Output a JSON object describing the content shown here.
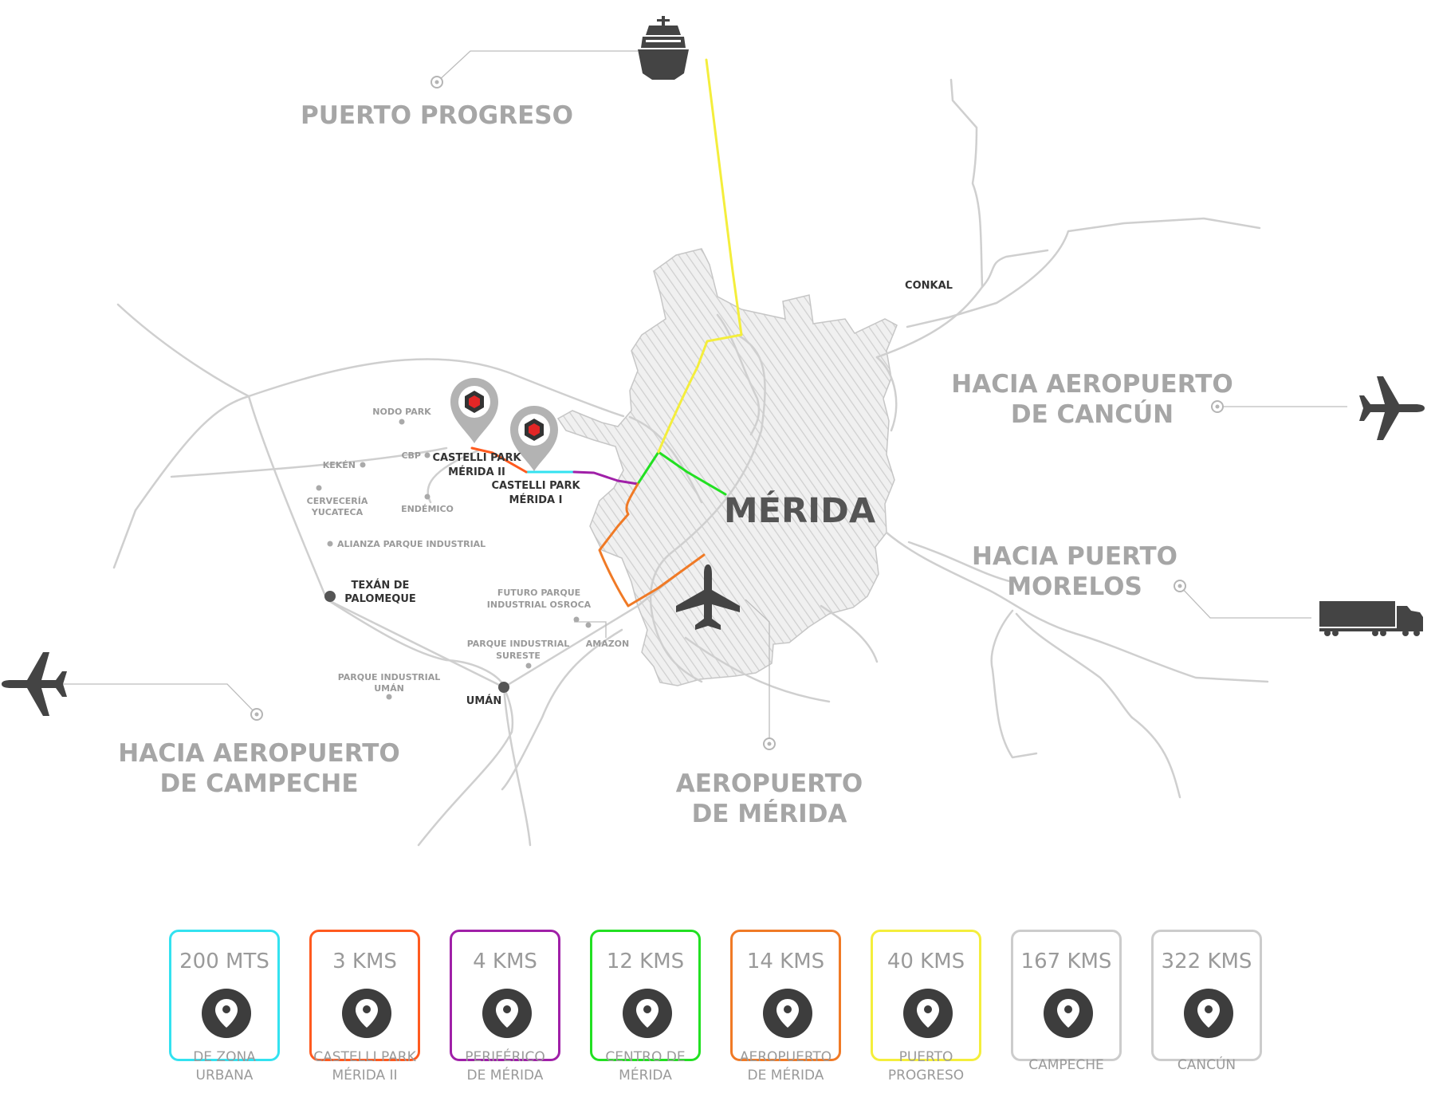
{
  "map": {
    "city": "MÉRIDA",
    "destinations": {
      "puerto_progreso": "PUERTO PROGRESO",
      "cancun": [
        "HACIA AEROPUERTO",
        "DE CANCÚN"
      ],
      "morelos": [
        "HACIA PUERTO",
        "MORELOS"
      ],
      "campeche": [
        "HACIA AEROPUERTO",
        "DE CAMPECHE"
      ],
      "aeropuerto_merida": [
        "AEROPUERTO",
        "DE MÉRIDA"
      ]
    },
    "places": {
      "conkal": "CONKAL",
      "nodo_park": "NODO PARK",
      "keken": "KEKÉN",
      "cbp": "CBP",
      "cerveceria": [
        "CERVECERÍA",
        "YUCATECA"
      ],
      "endemico": "ENDÉMICO",
      "alianza": "ALIANZA PARQUE INDUSTRIAL",
      "texan": [
        "TEXÁN DE",
        "PALOMEQUE"
      ],
      "futuro": [
        "FUTURO PARQUE",
        "INDUSTRIAL OSROCA"
      ],
      "amazon": "AMAZON",
      "sureste": [
        "PARQUE INDUSTRIAL",
        "SURESTE"
      ],
      "uman_park": [
        "PARQUE INDUSTRIAL",
        "UMÁN"
      ],
      "uman": "UMÁN"
    },
    "parks": {
      "park2": [
        "CASTELLI PARK",
        "MÉRIDA II"
      ],
      "park1": [
        "CASTELLI PARK",
        "MÉRIDA I"
      ]
    },
    "icons": {
      "ship": "ship-icon",
      "plane": "airplane-icon",
      "truck": "truck-icon",
      "marker": "castelli-logo-marker"
    },
    "route_colors": {
      "cyan": "#33e2f0",
      "orange": "#ff5a1f",
      "purple": "#a020a8",
      "green": "#22e022",
      "dark_orange": "#f07a26",
      "yellow": "#f4ee3c"
    }
  },
  "cards": [
    {
      "distance": "200 MTS",
      "label": [
        "DE ZONA",
        "URBANA"
      ],
      "color": "#33e2f0"
    },
    {
      "distance": "3 KMS",
      "label": [
        "CASTELLI PARK",
        "MÉRIDA II"
      ],
      "color": "#ff5a1f"
    },
    {
      "distance": "4 KMS",
      "label": [
        "PERIFÉRICO",
        "DE MÉRIDA"
      ],
      "color": "#a020a8"
    },
    {
      "distance": "12 KMS",
      "label": [
        "CENTRO DE",
        "MÉRIDA"
      ],
      "color": "#22e022"
    },
    {
      "distance": "14 KMS",
      "label": [
        "AEROPUERTO",
        "DE MÉRIDA"
      ],
      "color": "#f07a26"
    },
    {
      "distance": "40 KMS",
      "label": [
        "PUERTO",
        "PROGRESO"
      ],
      "color": "#f4ee3c"
    },
    {
      "distance": "167 KMS",
      "label": [
        "CAMPECHE"
      ],
      "color": "#cccccc"
    },
    {
      "distance": "322 KMS",
      "label": [
        "CANCÚN"
      ],
      "color": "#cccccc"
    }
  ]
}
